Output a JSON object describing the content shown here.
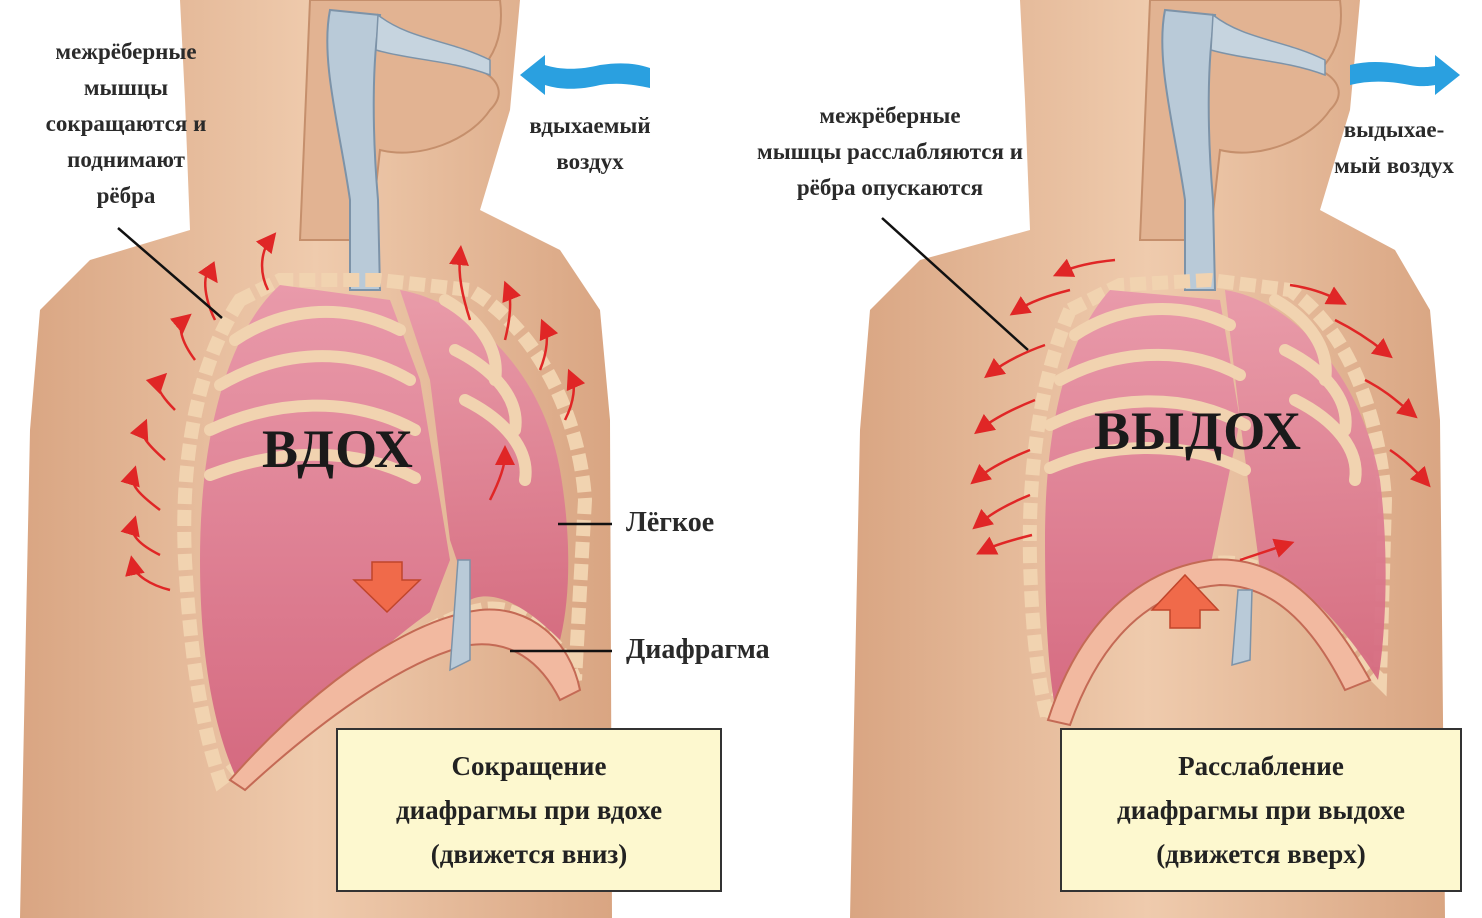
{
  "inhale": {
    "title": "ВДОХ",
    "muscles_label": "межрёберные\nмышцы\nсокращаются и\nподнимают\nрёбра",
    "air_label": "вдыхаемый\nвоздух",
    "lung_label": "Лёгкое",
    "diaphragm_label": "Диафрагма",
    "caption": "Сокращение\nдиафрагмы при вдохе\n(движется вниз)"
  },
  "exhale": {
    "title": "ВЫДОХ",
    "muscles_label": "межрёберные\nмышцы расслабляются и\nрёбра опускаются",
    "air_label": "выдыхае-\nмый воздух",
    "caption": "Расслабление\nдиафрагмы при выдохе\n(движется вверх)"
  },
  "colors": {
    "skin": "#e8bf9f",
    "lung": "#e07f93",
    "rib": "#f1d3b0",
    "trachea": "#b9cad8",
    "air_arrow": "#2aa0e0",
    "motion_arrow": "#e02626",
    "diaphragm_arrow": "#f06a4a",
    "caption_bg": "#fdf8cf"
  }
}
